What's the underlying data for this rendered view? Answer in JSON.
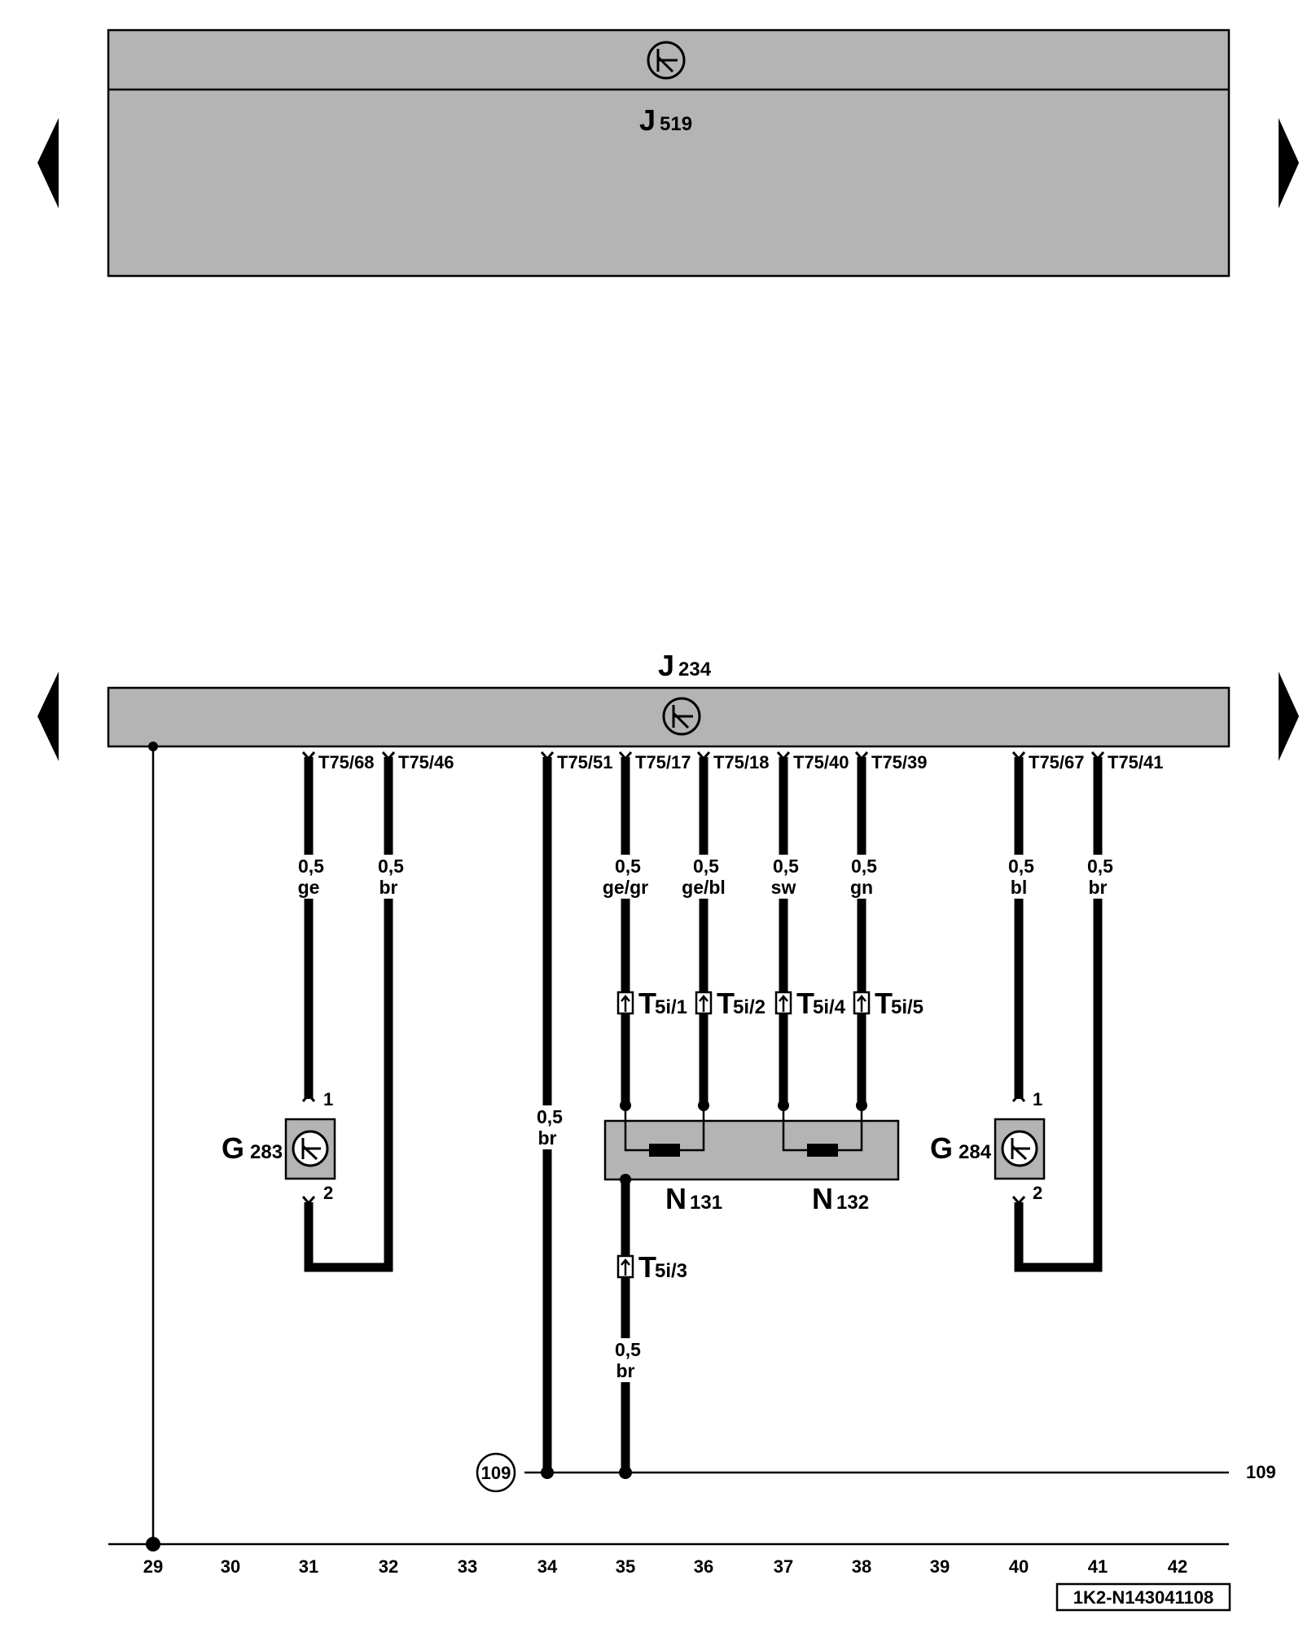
{
  "components": {
    "j519": {
      "letter": "J",
      "sub": "519"
    },
    "j234": {
      "letter": "J",
      "sub": "234"
    },
    "g283": {
      "letter": "G",
      "sub": "283",
      "pin_top": "1",
      "pin_bottom": "2"
    },
    "g284": {
      "letter": "G",
      "sub": "284",
      "pin_top": "1",
      "pin_bottom": "2"
    },
    "n131": {
      "letter": "N",
      "sub": "131"
    },
    "n132": {
      "letter": "N",
      "sub": "132"
    }
  },
  "pins": [
    {
      "col": 31,
      "label": "T75/68"
    },
    {
      "col": 32,
      "label": "T75/46"
    },
    {
      "col": 34,
      "label": "T75/51"
    },
    {
      "col": 35,
      "label": "T75/17"
    },
    {
      "col": 36,
      "label": "T75/18"
    },
    {
      "col": 37,
      "label": "T75/40"
    },
    {
      "col": 38,
      "label": "T75/39"
    },
    {
      "col": 40,
      "label": "T75/67"
    },
    {
      "col": 41,
      "label": "T75/41"
    }
  ],
  "wires": [
    {
      "col": 31,
      "size": "0,5",
      "color": "ge"
    },
    {
      "col": 32,
      "size": "0,5",
      "color": "br"
    },
    {
      "col": 34,
      "size": "0,5",
      "color": "br"
    },
    {
      "col": 35,
      "size": "0,5",
      "color": "ge/gr"
    },
    {
      "col": 36,
      "size": "0,5",
      "color": "ge/bl"
    },
    {
      "col": 37,
      "size": "0,5",
      "color": "sw"
    },
    {
      "col": 38,
      "size": "0,5",
      "color": "gn"
    },
    {
      "col": 40,
      "size": "0,5",
      "color": "bl"
    },
    {
      "col": 41,
      "size": "0,5",
      "color": "br"
    },
    {
      "col": 35,
      "size": "0,5",
      "color": "br"
    }
  ],
  "connectors": [
    {
      "col": 35,
      "letter": "T",
      "sub": "5i/1"
    },
    {
      "col": 36,
      "letter": "T",
      "sub": "5i/2"
    },
    {
      "col": 37,
      "letter": "T",
      "sub": "5i/4"
    },
    {
      "col": 38,
      "letter": "T",
      "sub": "5i/5"
    },
    {
      "col": 35,
      "letter": "T",
      "sub": "5i/3"
    }
  ],
  "ground_ref": {
    "circle": "109",
    "right": "109"
  },
  "columns": [
    "29",
    "30",
    "31",
    "32",
    "33",
    "34",
    "35",
    "36",
    "37",
    "38",
    "39",
    "40",
    "41",
    "42"
  ],
  "drawing_id": "1K2-N143041108",
  "colors": {
    "module_fill": "#b4b4b4",
    "line": "#000000",
    "background": "#ffffff"
  }
}
